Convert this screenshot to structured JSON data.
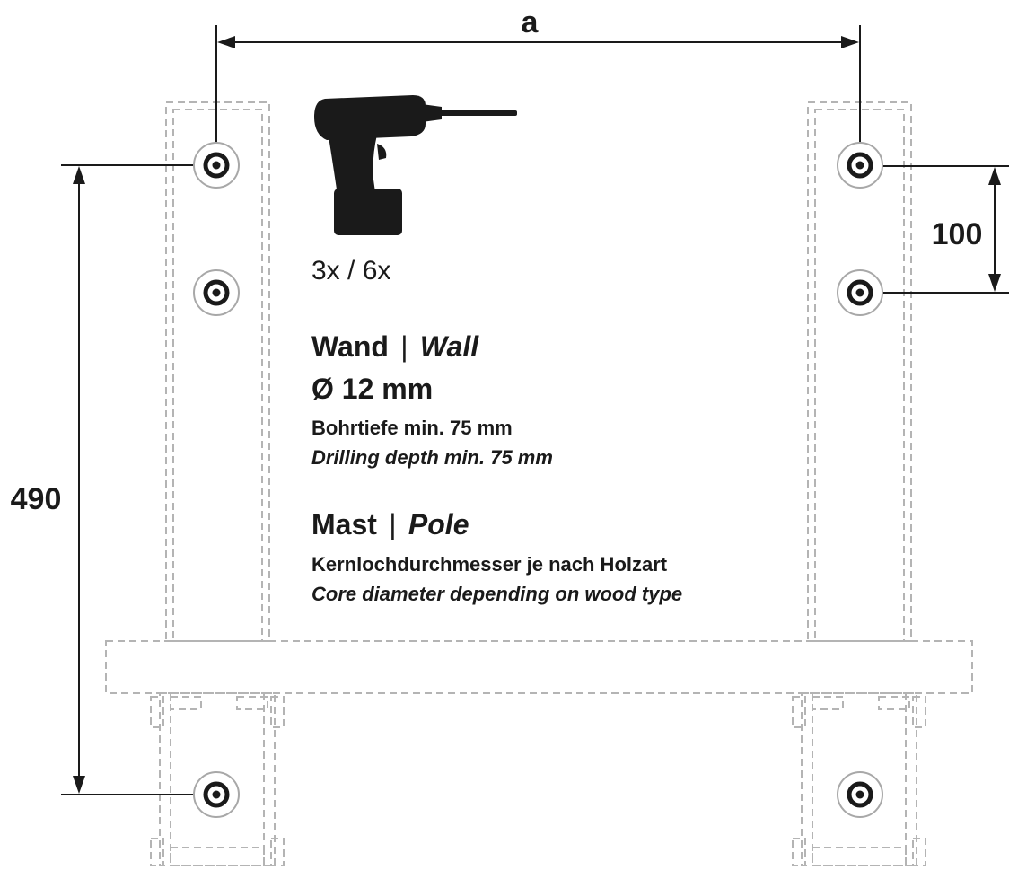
{
  "dimensions": {
    "width_label": "a",
    "height_label": "490",
    "spacing_label": "100"
  },
  "drill": {
    "icon": "drill-icon",
    "count_label": "3x / 6x"
  },
  "wall": {
    "title": "Wand",
    "separator": "|",
    "title_en": "Wall",
    "diameter": "Ø 12 mm",
    "depth_de": "Bohrtiefe min. 75 mm",
    "depth_en": "Drilling depth min. 75 mm"
  },
  "pole": {
    "title": "Mast",
    "separator": "|",
    "title_en": "Pole",
    "note_de": "Kernlochdurchmesser je nach Holzart",
    "note_en": "Core diameter depending on wood type"
  },
  "colors": {
    "ink": "#1a1a1a",
    "outline": "#b4b4b4"
  }
}
